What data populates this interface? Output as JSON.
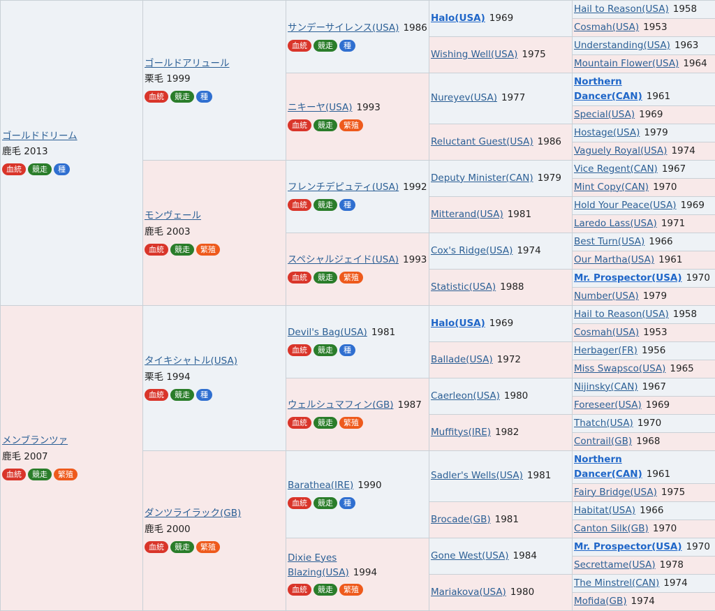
{
  "tags": {
    "bloodline": "血統",
    "racing": "競走",
    "sire": "種",
    "broodmare": "繁殖"
  },
  "g1": [
    {
      "name": "ゴールドドリーム",
      "coat": "鹿毛 2013",
      "tags": [
        "bloodline",
        "racing",
        "sire"
      ]
    },
    {
      "name": "メンブランツァ",
      "coat": "鹿毛 2007",
      "tags": [
        "bloodline",
        "racing",
        "broodmare"
      ]
    }
  ],
  "g2": [
    {
      "name": "ゴールドアリュール",
      "coat": "栗毛 1999",
      "tags": [
        "bloodline",
        "racing",
        "sire"
      ]
    },
    {
      "name": "モンヴェール",
      "coat": "鹿毛 2003",
      "tags": [
        "bloodline",
        "racing",
        "broodmare"
      ]
    },
    {
      "name": "タイキシャトル(USA)",
      "coat": "栗毛 1994",
      "tags": [
        "bloodline",
        "racing",
        "sire"
      ]
    },
    {
      "name": "ダンツライラック(GB)",
      "coat": "鹿毛 2000",
      "tags": [
        "bloodline",
        "racing",
        "broodmare"
      ]
    }
  ],
  "g3": [
    {
      "name": "サンデーサイレンス(USA)",
      "year": "1986",
      "tags": [
        "bloodline",
        "racing",
        "sire"
      ]
    },
    {
      "name": "ニキーヤ(USA)",
      "year": "1993",
      "tags": [
        "bloodline",
        "racing",
        "broodmare"
      ]
    },
    {
      "name": "フレンチデピュティ(USA)",
      "year": "1992",
      "tags": [
        "bloodline",
        "racing",
        "sire"
      ]
    },
    {
      "name": "スペシャルジェイド(USA)",
      "year": "1993",
      "tags": [
        "bloodline",
        "racing",
        "broodmare"
      ]
    },
    {
      "name": "Devil's Bag(USA)",
      "year": "1981",
      "tags": [
        "bloodline",
        "racing",
        "sire"
      ]
    },
    {
      "name": "ウェルシュマフィン(GB)",
      "year": "1987",
      "tags": [
        "bloodline",
        "racing",
        "broodmare"
      ]
    },
    {
      "name": "Barathea(IRE)",
      "year": "1990",
      "tags": [
        "bloodline",
        "racing",
        "sire"
      ]
    },
    {
      "name": "Dixie Eyes Blazing(USA)",
      "year": "1994",
      "tags": [
        "bloodline",
        "racing",
        "broodmare"
      ]
    }
  ],
  "g4": [
    {
      "name": "Halo(USA)",
      "year": "1969",
      "bold": true
    },
    {
      "name": "Wishing Well(USA)",
      "year": "1975"
    },
    {
      "name": "Nureyev(USA)",
      "year": "1977"
    },
    {
      "name": "Reluctant Guest(USA)",
      "year": "1986"
    },
    {
      "name": "Deputy Minister(CAN)",
      "year": "1979"
    },
    {
      "name": "Mitterand(USA)",
      "year": "1981"
    },
    {
      "name": "Cox's Ridge(USA)",
      "year": "1974"
    },
    {
      "name": "Statistic(USA)",
      "year": "1988"
    },
    {
      "name": "Halo(USA)",
      "year": "1969",
      "bold": true
    },
    {
      "name": "Ballade(USA)",
      "year": "1972"
    },
    {
      "name": "Caerleon(USA)",
      "year": "1980"
    },
    {
      "name": "Muffitys(IRE)",
      "year": "1982"
    },
    {
      "name": "Sadler's Wells(USA)",
      "year": "1981"
    },
    {
      "name": "Brocade(GB)",
      "year": "1981"
    },
    {
      "name": "Gone West(USA)",
      "year": "1984"
    },
    {
      "name": "Mariakova(USA)",
      "year": "1980"
    }
  ],
  "g5": [
    {
      "name": "Hail to Reason(USA)",
      "year": "1958"
    },
    {
      "name": "Cosmah(USA)",
      "year": "1953"
    },
    {
      "name": "Understanding(USA)",
      "year": "1963"
    },
    {
      "name": "Mountain Flower(USA)",
      "year": "1964"
    },
    {
      "name": "Northern Dancer(CAN)",
      "year": "1961",
      "bold": true
    },
    {
      "name": "Special(USA)",
      "year": "1969"
    },
    {
      "name": "Hostage(USA)",
      "year": "1979"
    },
    {
      "name": "Vaguely Royal(USA)",
      "year": "1974"
    },
    {
      "name": "Vice Regent(CAN)",
      "year": "1967"
    },
    {
      "name": "Mint Copy(CAN)",
      "year": "1970"
    },
    {
      "name": "Hold Your Peace(USA)",
      "year": "1969"
    },
    {
      "name": "Laredo Lass(USA)",
      "year": "1971"
    },
    {
      "name": "Best Turn(USA)",
      "year": "1966"
    },
    {
      "name": "Our Martha(USA)",
      "year": "1961"
    },
    {
      "name": "Mr. Prospector(USA)",
      "year": "1970",
      "bold": true
    },
    {
      "name": "Number(USA)",
      "year": "1979"
    },
    {
      "name": "Hail to Reason(USA)",
      "year": "1958"
    },
    {
      "name": "Cosmah(USA)",
      "year": "1953"
    },
    {
      "name": "Herbager(FR)",
      "year": "1956"
    },
    {
      "name": "Miss Swapsco(USA)",
      "year": "1965"
    },
    {
      "name": "Nijinsky(CAN)",
      "year": "1967"
    },
    {
      "name": "Foreseer(USA)",
      "year": "1969"
    },
    {
      "name": "Thatch(USA)",
      "year": "1970"
    },
    {
      "name": "Contrail(GB)",
      "year": "1968"
    },
    {
      "name": "Northern Dancer(CAN)",
      "year": "1961",
      "bold": true
    },
    {
      "name": "Fairy Bridge(USA)",
      "year": "1975"
    },
    {
      "name": "Habitat(USA)",
      "year": "1966"
    },
    {
      "name": "Canton Silk(GB)",
      "year": "1970"
    },
    {
      "name": "Mr. Prospector(USA)",
      "year": "1970",
      "bold": true
    },
    {
      "name": "Secrettame(USA)",
      "year": "1978"
    },
    {
      "name": "The Minstrel(CAN)",
      "year": "1974"
    },
    {
      "name": "Mofida(GB)",
      "year": "1974"
    }
  ]
}
